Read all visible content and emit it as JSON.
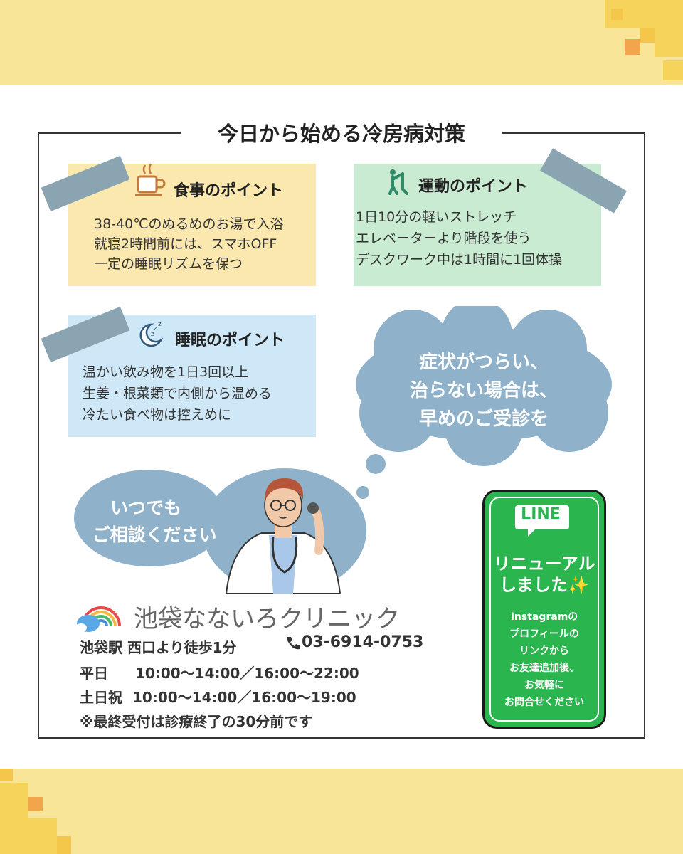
{
  "title": "今日から始める冷房病対策",
  "cards": {
    "meal": {
      "title": "食事のポイント",
      "lines": [
        "38-40℃のぬるめのお湯で入浴",
        "就寝2時間前には、スマホOFF",
        "一定の睡眠リズムを保つ"
      ]
    },
    "exercise": {
      "title": "運動のポイント",
      "lines": [
        "1日10分の軽いストレッチ",
        "エレベーターより階段を使う",
        "デスクワーク中は1時間に1回体操"
      ]
    },
    "sleep": {
      "title": "睡眠のポイント",
      "lines": [
        "温かい飲み物を1日3回以上",
        "生姜・根菜類で内側から温める",
        "冷たい食べ物は控えめに"
      ]
    }
  },
  "thought_bubble": {
    "lines": [
      "症状がつらい、",
      "治らない場合は、",
      "早めのご受診を"
    ]
  },
  "consult_bubble": {
    "lines": [
      "いつでも",
      "ご相談ください"
    ]
  },
  "clinic": {
    "name": "池袋なないろクリニック",
    "access": "池袋駅 西口より徒歩1分",
    "phone": "03-6914-0753",
    "hours": [
      {
        "label": "平日",
        "time": "10:00〜14:00／16:00〜22:00"
      },
      {
        "label": "土日祝",
        "time": "10:00〜14:00／16:00〜19:00"
      }
    ],
    "note": "※最終受付は診療終了の30分前です"
  },
  "line_promo": {
    "logo_text": "LINE",
    "headline": [
      "リニューアル",
      "しました✨"
    ],
    "body": [
      "Instagramの",
      "プロフィールの",
      "リンクから",
      "お友達追加後、",
      "お気軽に",
      "お問合せください"
    ]
  },
  "colors": {
    "band": "#f9e598",
    "meal_card": "#fbe8ae",
    "exercise_card": "#c9ebd1",
    "sleep_card": "#cfe8f8",
    "bubble": "#8fb1c9",
    "tape": "#8aa5b1",
    "line_green": "#2ab54e"
  },
  "icons": {
    "meal": "coffee-cup-icon",
    "exercise": "stretching-person-icon",
    "sleep": "moon-zzz-icon",
    "rainbow": "rainbow-cloud-logo",
    "phone": "phone-icon",
    "sparkle": "sparkle-icon"
  }
}
